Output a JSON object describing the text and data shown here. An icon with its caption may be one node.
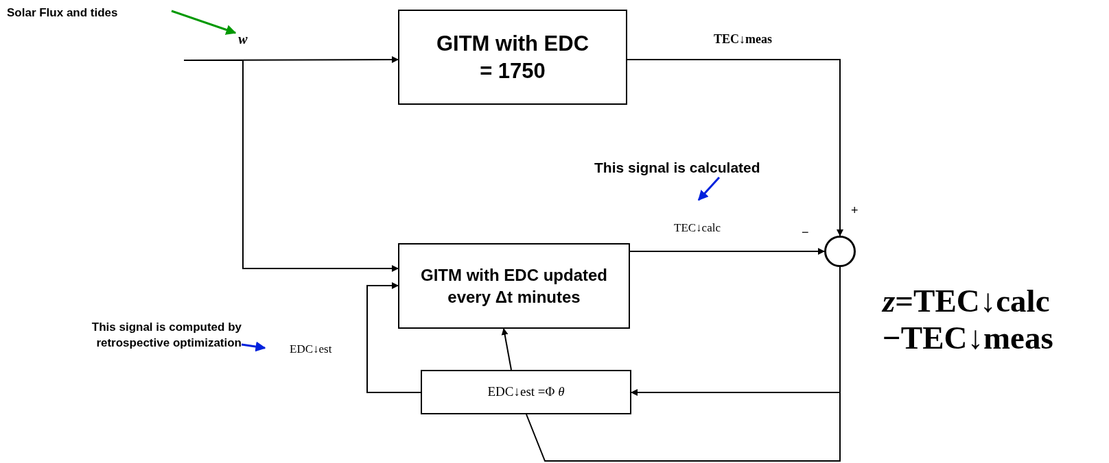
{
  "diagram": {
    "nodes": [
      {
        "text": [
          "Solar Flux and tides"
        ]
      },
      {
        "text": [
          "w"
        ]
      },
      {
        "text": [
          "GITM with EDC = 1750"
        ]
      },
      {
        "text": [
          "GITM with EDC updated every Δt minutes"
        ]
      },
      {
        "text": [
          "EDC↓est =Φ *θ*"
        ]
      },
      {
        "text": [],
        "shape": "circle"
      },
      {
        "text": [
          "This signal is calculated"
        ]
      },
      {
        "text": [
          "This signal is computed by retrospective optimization"
        ]
      }
    ],
    "edges": [
      {
        "from": 0,
        "to": 1,
        "arrow": "to",
        "color": "#009900"
      },
      {
        "from": null,
        "to": 2,
        "arrow": "to"
      },
      {
        "from": null,
        "to": 3,
        "arrow": "to"
      },
      {
        "from": 2,
        "to": 5,
        "arrow": "to",
        "label": "TEC↓meas"
      },
      {
        "from": 3,
        "to": 5,
        "arrow": "to",
        "label": "TEC↓calc"
      },
      {
        "from": 5,
        "to": 4,
        "arrow": "to"
      },
      {
        "from": 5,
        "to": 4,
        "arrow": "none"
      },
      {
        "from": 4,
        "to": 3,
        "arrow": "to",
        "label": "EDC↓est"
      },
      {
        "from": 4,
        "to": 3,
        "arrow": "to"
      },
      {
        "from": 6,
        "to": null,
        "arrow": "to",
        "color": "#0022dd"
      },
      {
        "from": 7,
        "to": null,
        "arrow": "to",
        "color": "#0022dd"
      }
    ],
    "labels": [
      "+",
      "−",
      "*z*=TEC↓calc −TEC↓meas"
    ]
  }
}
